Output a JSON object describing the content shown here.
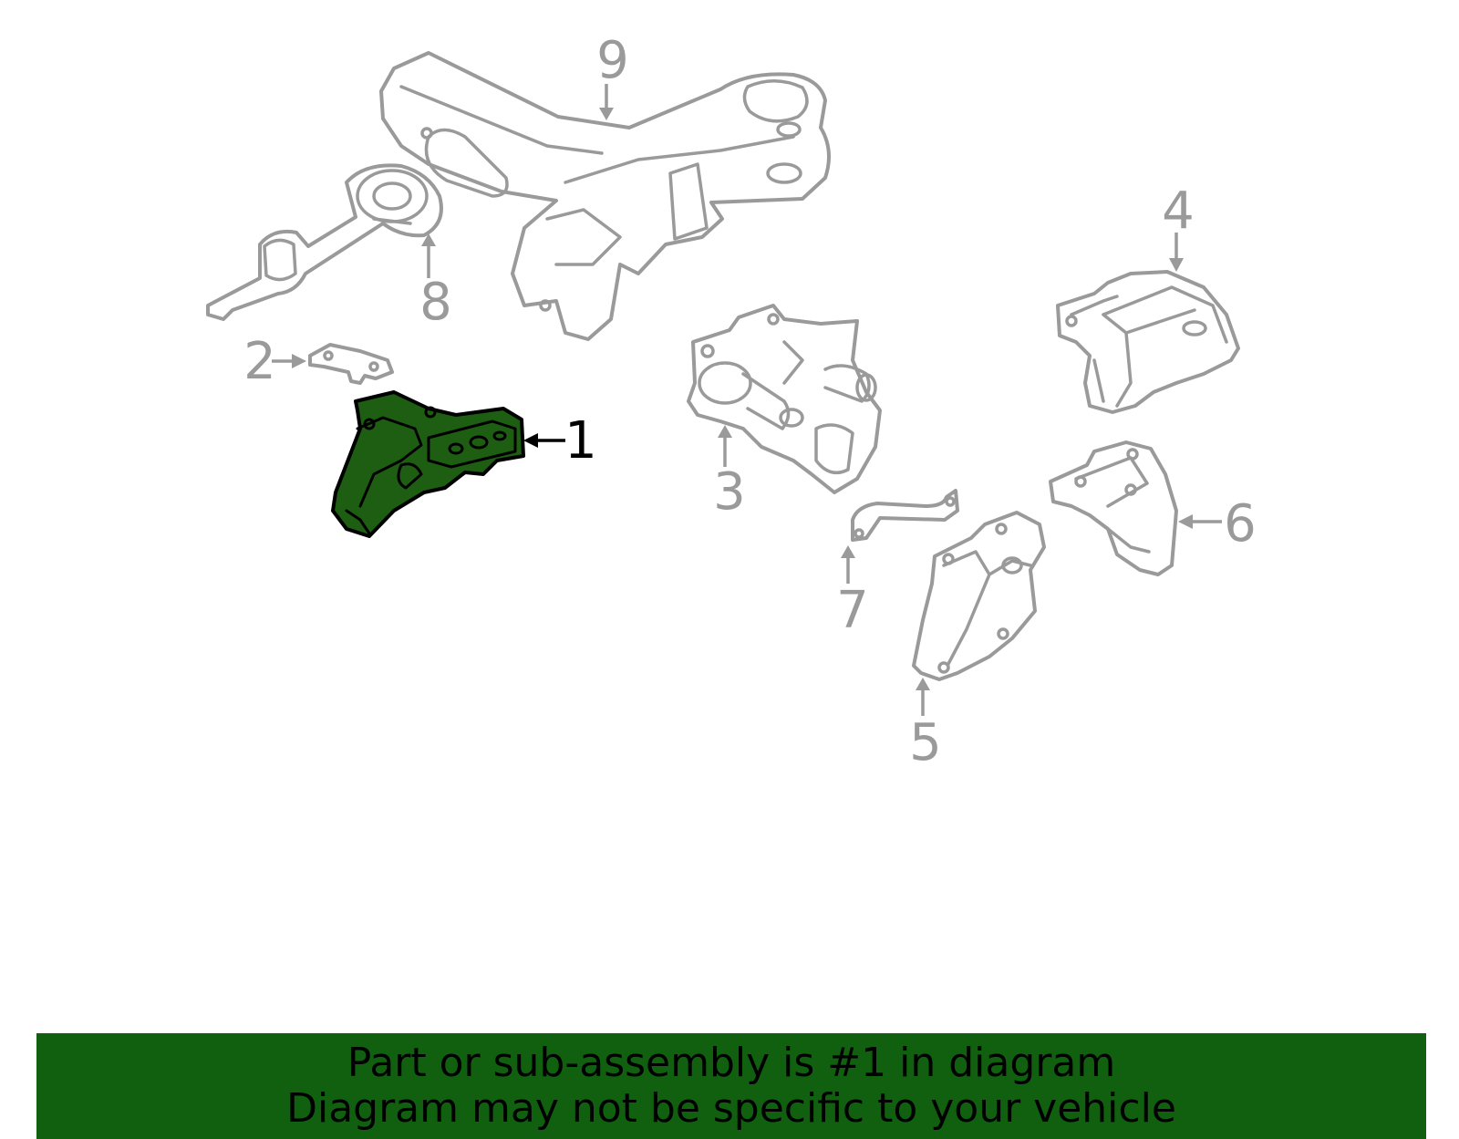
{
  "diagram": {
    "highlighted_part": "1",
    "callouts": {
      "c1": "1",
      "c2": "2",
      "c3": "3",
      "c4": "4",
      "c5": "5",
      "c6": "6",
      "c7": "7",
      "c8": "8",
      "c9": "9"
    },
    "colors": {
      "highlight_fill": "#1e5e12",
      "outline_gray": "#9a9a9a",
      "banner_bg": "#106010"
    }
  },
  "banner": {
    "line1": "Part or sub-assembly is #1 in diagram",
    "line2": "Diagram may not be specific to your vehicle"
  }
}
